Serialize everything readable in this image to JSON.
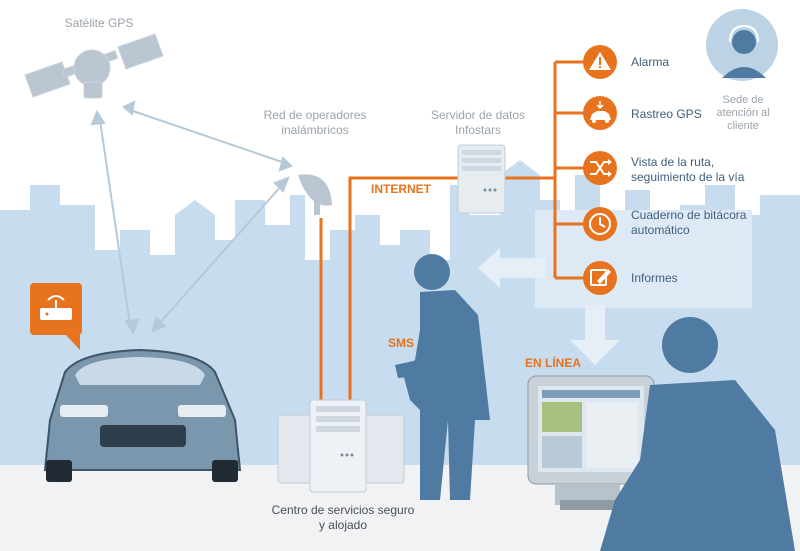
{
  "labels": {
    "satellite": "Satélite GPS",
    "network": "Red de operadores inalámbricos",
    "server": "Servidor de datos Infostars",
    "internet": "INTERNET",
    "sms": "SMS",
    "online": "EN LÍNEA",
    "support": "Sede de atención al cliente",
    "datacenter": "Centro de servicios seguro y alojado"
  },
  "services": [
    {
      "icon": "warning-icon",
      "label": "Alarma"
    },
    {
      "icon": "car-tracking-icon",
      "label": "Rastreo GPS"
    },
    {
      "icon": "shuffle-route-icon",
      "label": "Vista de la ruta, seguimiento de la vía"
    },
    {
      "icon": "clock-icon",
      "label": "Cuaderno de bitácora automático"
    },
    {
      "icon": "report-edit-icon",
      "label": "Informes"
    }
  ],
  "colors": {
    "accent": "#e8731e",
    "skyline": "#c7dcee",
    "silhouette": "#4f7ba3",
    "device": "#dfe6ec"
  }
}
